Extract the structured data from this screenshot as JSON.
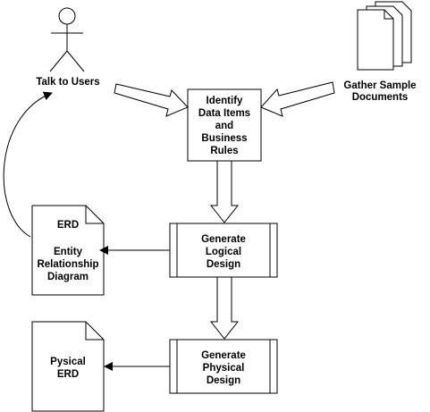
{
  "actors": {
    "users_label": "Talk to Users",
    "documents_label_line1": "Gather Sample",
    "documents_label_line2": "Documents"
  },
  "process": {
    "identify_lines": [
      "Identify",
      "Data Items",
      "and",
      "Business",
      "Rules"
    ],
    "logical_lines": [
      "Generate",
      "Logical",
      "Design"
    ],
    "physical_lines": [
      "Generate",
      "Physical",
      "Design"
    ]
  },
  "documents": {
    "erd_title": "ERD",
    "erd_lines": [
      "Entity",
      "Relationship",
      "Diagram"
    ],
    "physical_erd_lines": [
      "Pysical",
      "ERD"
    ]
  },
  "colors": {
    "stroke": "#000000",
    "fill": "#ffffff"
  }
}
